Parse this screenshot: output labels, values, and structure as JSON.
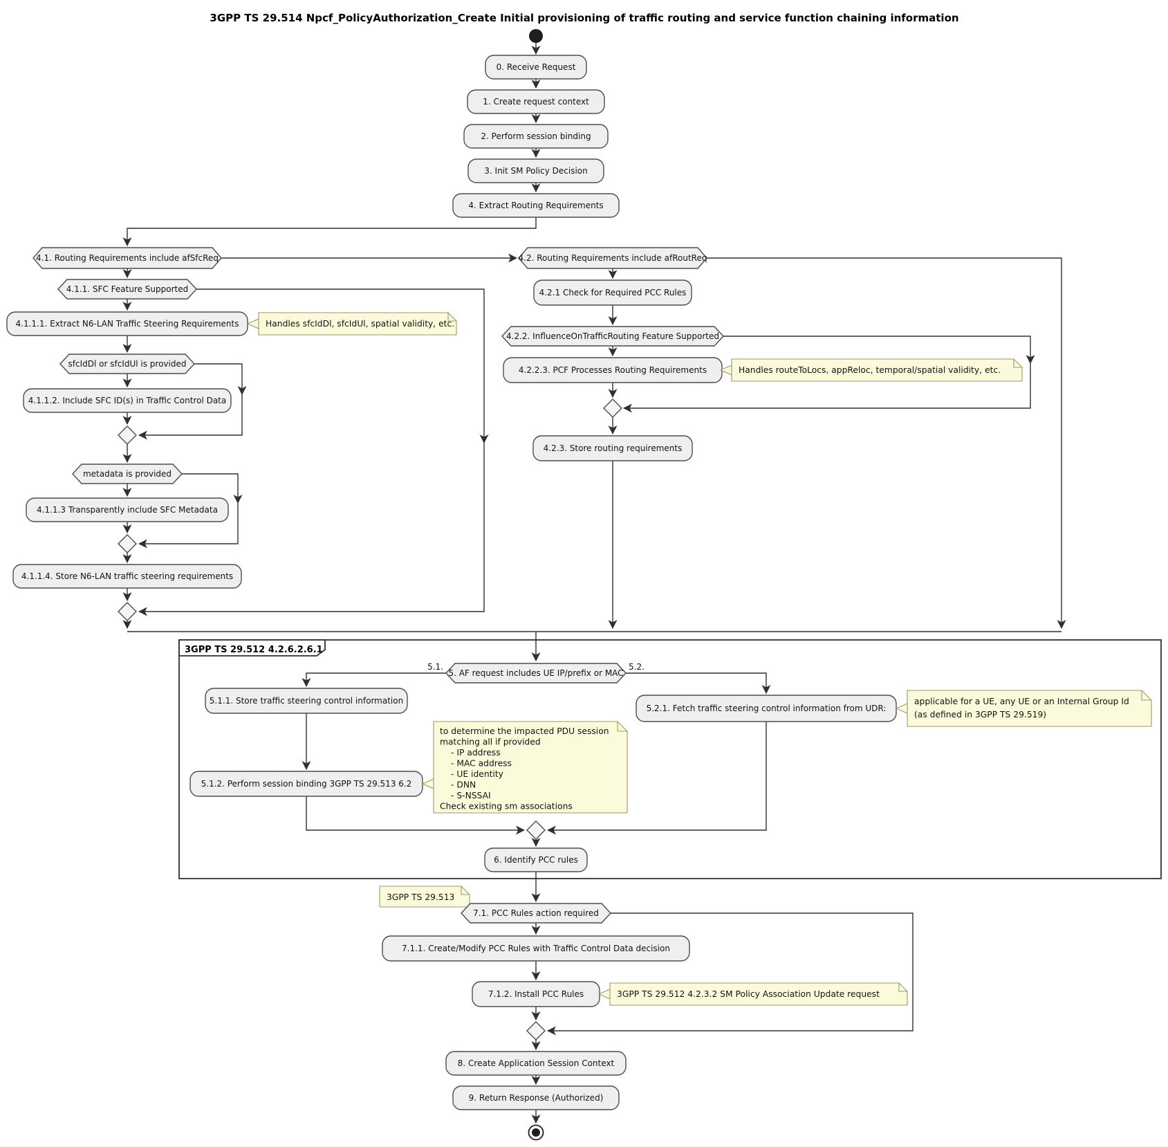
{
  "title": "3GPP TS 29.514 Npcf_PolicyAuthorization_Create Initial provisioning of traffic routing and service function chaining information",
  "frame": {
    "title": "3GPP TS 29.512 4.2.6.2.6.1"
  },
  "nodes": {
    "a0": "0. Receive Request",
    "a1": "1. Create request context",
    "a2": "2. Perform session binding",
    "a3": "3. Init SM Policy Decision",
    "a4": "4. Extract Routing Requirements",
    "d41": "4.1. Routing Requirements include afSfcReq",
    "d411": "4.1.1. SFC Feature Supported",
    "a4111": "4.1.1.1. Extract N6-LAN Traffic Steering Requirements",
    "d_sfcid": "sfcIdDl or sfcIdUl is provided",
    "a4112": "4.1.1.2. Include SFC ID(s) in Traffic Control Data",
    "d_meta": "metadata is provided",
    "a4113": "4.1.1.3 Transparently include SFC Metadata",
    "a4114": "4.1.1.4. Store N6-LAN traffic steering requirements",
    "d42": "4.2. Routing Requirements include afRoutReq",
    "a421": "4.2.1 Check for Required PCC Rules",
    "d422": "4.2.2. InfluenceOnTrafficRouting Feature Supported",
    "a4223": "4.2.2.3. PCF Processes Routing Requirements",
    "a423": "4.2.3. Store routing requirements",
    "d5": "5. AF request includes UE IP/prefix or MAC",
    "a511": "5.1.1. Store traffic steering control information",
    "a512": "5.1.2. Perform session binding 3GPP TS 29.513 6.2",
    "a521": "5.2.1. Fetch traffic steering control information from UDR:",
    "a6": "6. Identify PCC rules",
    "d71": "7.1. PCC Rules action required",
    "a711": "7.1.1. Create/Modify PCC Rules with Traffic Control Data decision",
    "a712": "7.1.2. Install PCC Rules",
    "a8": "8. Create Application Session Context",
    "a9": "9. Return Response (Authorized)"
  },
  "edge_labels": {
    "b51": "5.1.",
    "b52": "5.2."
  },
  "notes": {
    "sfc_ids": "Handles sfcIdDl, sfcIdUl, spatial validity, etc.",
    "route_to_locs": "Handles routeToLocs, appReloc, temporal/spatial validity, etc.",
    "udr": {
      "lines": [
        "applicable for a UE, any UE or an Internal Group Id",
        "(as defined in 3GPP TS 29.519)"
      ]
    },
    "pdu": {
      "lines": [
        "to determine the impacted PDU session",
        "matching all if provided",
        "- IP address",
        "- MAC address",
        "- UE identity",
        "- DNN",
        "- S-NSSAI",
        "Check existing sm associations"
      ]
    },
    "ts29513": "3GPP TS 29.513",
    "policy_update": "3GPP TS 29.512 4.2.3.2 SM Policy Association Update request"
  },
  "colors": {
    "node_fill": "#efefef",
    "node_border": "#4d4d4d",
    "note_fill": "#fbfbdb",
    "note_border": "#99996b",
    "line": "#303030",
    "start_end": "#1f1f1f"
  }
}
